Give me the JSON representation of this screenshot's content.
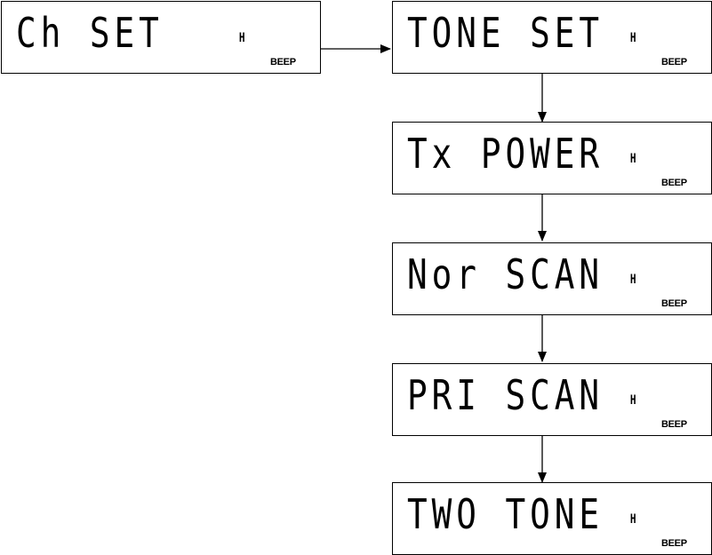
{
  "displays": {
    "ch_set": {
      "text": "Ch SET",
      "indicator": "H",
      "beep": "BEEP"
    },
    "tone_set": {
      "text": "TONE SET",
      "indicator": "H",
      "beep": "BEEP"
    },
    "tx_power": {
      "text": "Tx POWER",
      "indicator": "H",
      "beep": "BEEP"
    },
    "nor_scan": {
      "text": "Nor SCAN",
      "indicator": "H",
      "beep": "BEEP"
    },
    "pri_scan": {
      "text": "PRI SCAN",
      "indicator": "H",
      "beep": "BEEP"
    },
    "two_tone": {
      "text": "TWO TONE",
      "indicator": "H",
      "beep": "BEEP"
    }
  }
}
